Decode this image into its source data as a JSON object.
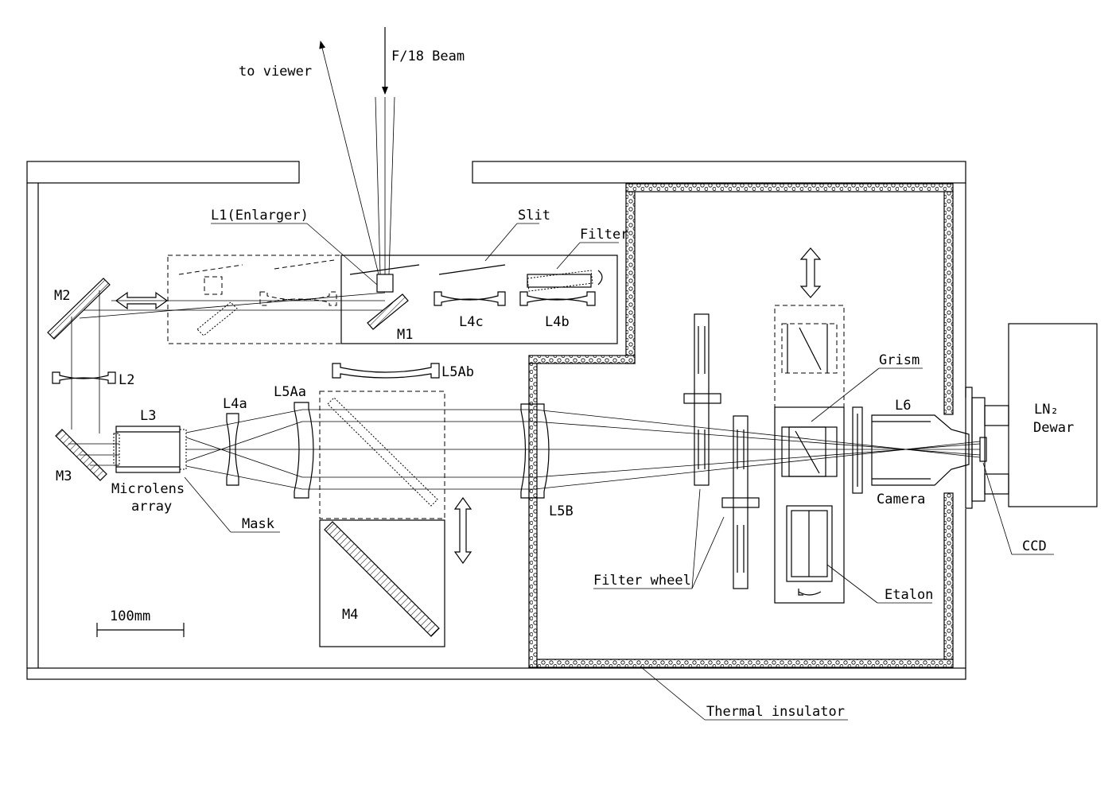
{
  "labels": {
    "beam": "F/18 Beam",
    "viewer": "to viewer",
    "l1": "L1(Enlarger)",
    "slit": "Slit",
    "filter": "Filter",
    "m1": "M1",
    "m2": "M2",
    "m3": "M3",
    "m4": "M4",
    "l2": "L2",
    "l3": "L3",
    "l4a": "L4a",
    "l4b": "L4b",
    "l4c": "L4c",
    "l5aa": "L5Aa",
    "l5ab": "L5Ab",
    "l5b": "L5B",
    "l6": "L6",
    "grism": "Grism",
    "camera": "Camera",
    "ccd": "CCD",
    "etalon": "Etalon",
    "filter_wheel": "Filter  wheel",
    "mask": "Mask",
    "microlens_1": "Microlens",
    "microlens_2": "array",
    "ln2_1": "LN₂",
    "ln2_2": "Dewar",
    "insulator": "Thermal  insulator",
    "scale": "100mm"
  }
}
